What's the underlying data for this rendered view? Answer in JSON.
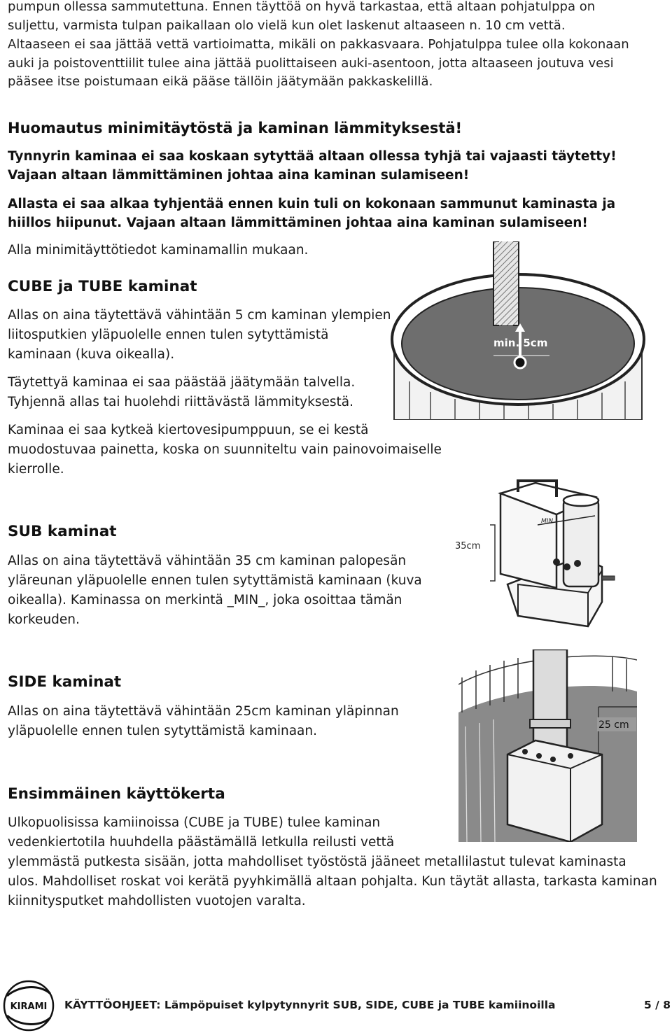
{
  "intro": {
    "paragraphs": [
      "pumpun ollessa sammutettuna. Ennen täyttöä on hyvä tarkastaa, että altaan pohjatulppa on suljettu, varmista tulpan paikallaan olo vielä kun olet laskenut altaaseen n. 10 cm vettä.",
      "Altaaseen ei saa jättää vettä vartioimatta, mikäli on pakkasvaara. Pohjatulppa tulee olla kokonaan auki ja poistoventtiilit tulee aina jättää puolittaiseen auki-asentoon, jotta altaaseen joutuva vesi pääsee itse poistumaan eikä pääse tällöin jäätymään pakkaskelillä."
    ]
  },
  "warning": {
    "heading": "Huomautus minimitäytöstä ja kaminan lämmityksestä!",
    "p1_line1": "Tynnyrin kaminaa ei saa koskaan sytyttää altaan ollessa tyhjä tai vajaasti täytetty!",
    "p1_line2": "Vajaan altaan lämmittäminen johtaa aina kaminan sulamiseen!",
    "p2_line1": "Allasta ei saa alkaa tyhjentää ennen kuin tuli on kokonaan sammunut kaminasta ja",
    "p2_line2": "hiillos hiipunut. Vajaan altaan lämmittäminen johtaa aina kaminan sulamiseen!",
    "note": "Alla minimitäyttötiedot kaminamallin mukaan."
  },
  "cube": {
    "heading": "CUBE ja TUBE kaminat",
    "p1": [
      "Allas on aina täytettävä vähintään 5 cm kaminan ylempien",
      "liitosputkien yläpuolelle ennen tulen sytyttämistä",
      "kaminaan (kuva oikealla)."
    ],
    "p2": [
      "Täytettyä kaminaa ei saa päästää jäätymään talvella.",
      "Tyhjennä allas tai huolehdi riittävästä lämmityksestä."
    ],
    "p3": [
      "Kaminaa ei saa kytkeä kiertovesipumppuun, se ei kestä",
      "muodostuvaa painetta, koska on suunniteltu vain painovoimaiselle",
      "kierrolle."
    ],
    "illustration_label": "min. 5cm"
  },
  "sub": {
    "heading": "SUB kaminat",
    "lines": [
      "Allas on aina täytettävä vähintään 35 cm kaminan palopesän",
      "yläreunan yläpuolelle ennen tulen sytyttämistä kaminaan (kuva",
      "oikealla). Kaminassa on merkintä _MIN_, joka osoittaa tämän",
      "korkeuden."
    ],
    "illustration_label": "35cm",
    "illustration_mark": "MIN"
  },
  "side": {
    "heading": "SIDE kaminat",
    "lines": [
      "Allas on aina täytettävä vähintään 25cm kaminan yläpinnan",
      "yläpuolelle ennen tulen sytyttämistä kaminaan."
    ],
    "illustration_label": "25 cm"
  },
  "first_use": {
    "heading": "Ensimmäinen käyttökerta",
    "lines": [
      "Ulkopuolisissa kamiinoissa (CUBE ja TUBE) tulee kaminan",
      "vedenkiertotila huuhdella päästämällä letkulla reilusti vettä",
      "ylemmästä putkesta sisään, jotta mahdolliset työstöstä jääneet metallilastut tulevat kaminasta",
      "ulos. Mahdolliset roskat voi kerätä pyyhkimällä altaan pohjalta. Kun täytät allasta, tarkasta kaminan",
      "kiinnitysputket mahdollisten vuotojen varalta."
    ]
  },
  "footer": {
    "logo_text": "KIRAMI",
    "label": "KÄYTTÖOHJEET:",
    "title": "Lämpöpuiset kylpytynnyrit SUB, SIDE, CUBE ja TUBE kamiinoilla",
    "page": "5 / 8"
  }
}
